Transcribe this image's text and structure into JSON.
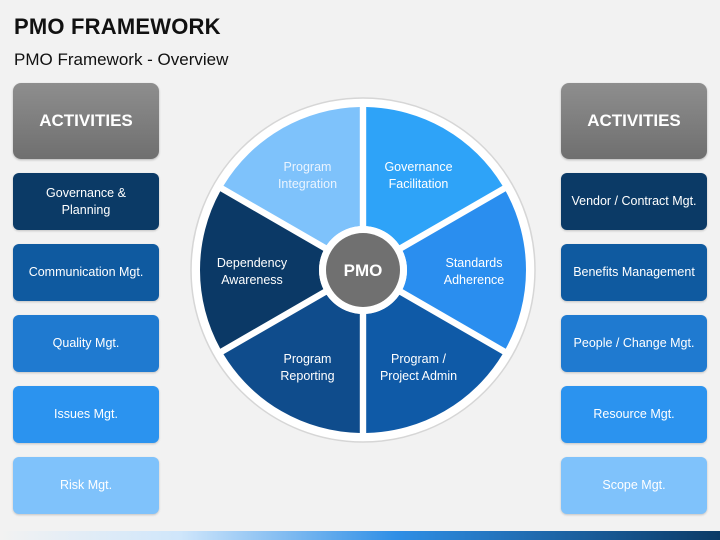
{
  "header": {
    "title": "PMO FRAMEWORK",
    "subtitle": "PMO Framework - Overview"
  },
  "left_column": {
    "header": "ACTIVITIES",
    "items": [
      "Governance & Planning",
      "Communication Mgt.",
      "Quality Mgt.",
      "Issues Mgt.",
      "Risk Mgt."
    ]
  },
  "right_column": {
    "header": "ACTIVITIES",
    "items": [
      "Vendor / Contract Mgt.",
      "Benefits Management",
      "People / Change Mgt.",
      "Resource Mgt.",
      "Scope Mgt."
    ]
  },
  "wheel": {
    "center": "PMO",
    "segments": [
      {
        "lines": [
          "Governance",
          "Facilitation"
        ],
        "color": "#2ea3f8"
      },
      {
        "lines": [
          "Standards",
          "Adherence"
        ],
        "color": "#2a8eef"
      },
      {
        "lines": [
          "Program /",
          "Project Admin"
        ],
        "color": "#0f5aa7"
      },
      {
        "lines": [
          "Program",
          "Reporting"
        ],
        "color": "#0f4c8c"
      },
      {
        "lines": [
          "Dependency",
          "Awareness"
        ],
        "color": "#0b3966"
      },
      {
        "lines": [
          "Program",
          "Integration"
        ],
        "color": "#7ec2fb"
      }
    ],
    "colors": {
      "hub": "#707070",
      "ring": "#ffffff"
    }
  }
}
